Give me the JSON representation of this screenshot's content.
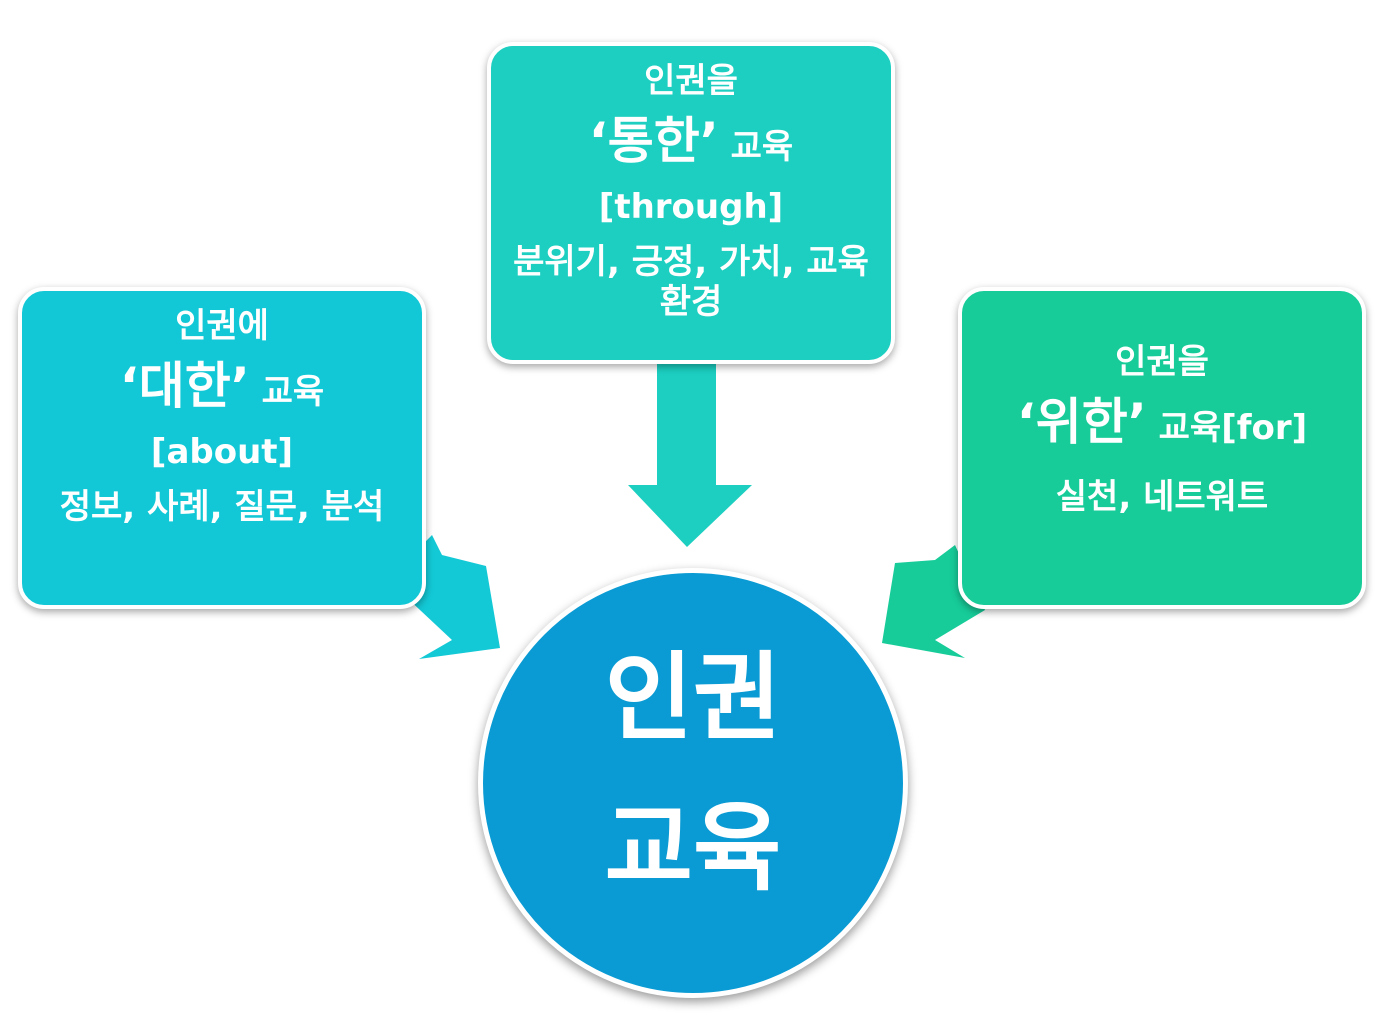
{
  "colors": {
    "left_box": "#12c8d6",
    "top_box": "#1ccfc1",
    "right_box": "#17cc99",
    "circle": "#0a9bd4",
    "left_arrow": "#13c9d6",
    "top_arrow": "#1ccfc1",
    "right_arrow": "#17cc99"
  },
  "center": {
    "line1": "인권",
    "line2": "교육"
  },
  "boxes": {
    "left": {
      "line1": "인권에",
      "keyword": "‘대한’",
      "suffix": " 교육",
      "bracket": "[about]",
      "details": "정보, 사례, 질문, 분석"
    },
    "top": {
      "line1": "인권을",
      "keyword": "‘통한’",
      "suffix": " 교육",
      "bracket": "[through]",
      "details": "분위기, 긍정, 가치, 교육환경"
    },
    "right": {
      "line1": "인권을",
      "keyword": "‘위한’",
      "suffix": " 교육[for]",
      "details": "실천, 네트워트"
    }
  }
}
